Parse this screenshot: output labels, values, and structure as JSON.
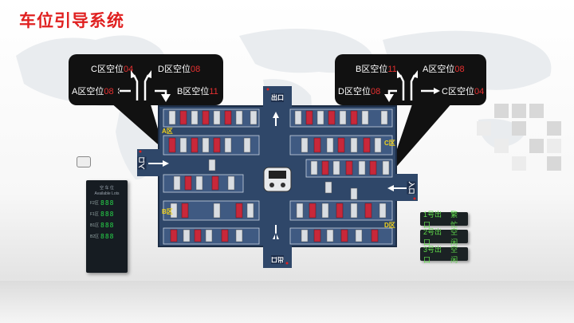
{
  "title": "车位引导系统",
  "bubble_left": {
    "rows": [
      {
        "label": "C区空位",
        "value": "04"
      },
      {
        "label": "D区空位",
        "value": "08"
      },
      {
        "label": "A区空位",
        "value": "08"
      },
      {
        "label": "B区空位",
        "value": "11"
      }
    ]
  },
  "bubble_right": {
    "rows": [
      {
        "label": "B区空位",
        "value": "11"
      },
      {
        "label": "A区空位",
        "value": "08"
      },
      {
        "label": "D区空位",
        "value": "08"
      },
      {
        "label": "C区空位",
        "value": "04"
      }
    ]
  },
  "zones": {
    "a": "A区",
    "b": "B区",
    "c": "C区",
    "d": "D区"
  },
  "entrances": {
    "top": "出口",
    "bottom": "出口",
    "left": "入口",
    "right": "入口"
  },
  "panel": {
    "header": "空 车 位",
    "subheader": "Available Lots",
    "rows": [
      {
        "label": "F2区",
        "value": "888"
      },
      {
        "label": "F1区",
        "value": "888"
      },
      {
        "label": "B1区",
        "value": "888"
      },
      {
        "label": "B2区",
        "value": "888"
      }
    ]
  },
  "exit_signs": [
    {
      "exit": "1号出口",
      "status": "繁忙"
    },
    {
      "exit": "2号出口",
      "status": "空闲"
    },
    {
      "exit": "3号出口",
      "status": "空闲"
    }
  ],
  "colors": {
    "title": "#e02020",
    "lot": "#2f4769",
    "digit_red": "#e63030",
    "zone_label": "#f2d21b",
    "led_green": "#5fdb4a"
  }
}
